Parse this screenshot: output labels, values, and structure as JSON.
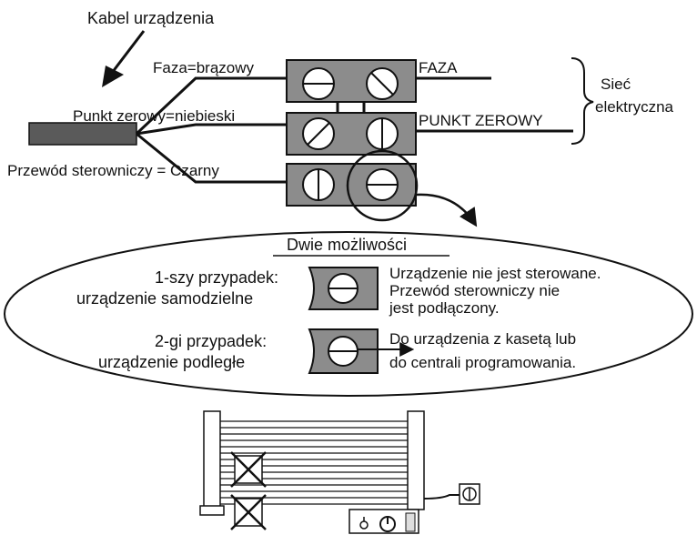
{
  "top": {
    "device_cable": "Kabel urządzenia",
    "wires": {
      "phase": "Faza=brązowy",
      "neutral": "Punkt zerowy=niebieski",
      "control": "Przewód sterowniczy = Czarny"
    },
    "terminals": {
      "phase": "FAZA",
      "neutral": "PUNKT ZEROWY"
    },
    "mains": [
      "Sieć",
      "elektryczna"
    ]
  },
  "options": {
    "heading": "Dwie możliwości",
    "case1": {
      "title": "1-szy przypadek:",
      "subtitle": "urządzenie samodzielne",
      "desc": [
        "Urządzenie nie jest sterowane.",
        "Przewód sterowniczy nie",
        "jest podłączony."
      ]
    },
    "case2": {
      "title": "2-gi przypadek:",
      "subtitle": "urządzenie podległe",
      "desc": [
        "Do urządzenia z kasetą lub",
        "do centrali programowania."
      ]
    }
  },
  "icons": {
    "terminal_screw": "screw-terminal-icon",
    "forbidden": "cross-out-icon",
    "socket": "wall-socket-icon",
    "control_box": "control-box-icon"
  }
}
